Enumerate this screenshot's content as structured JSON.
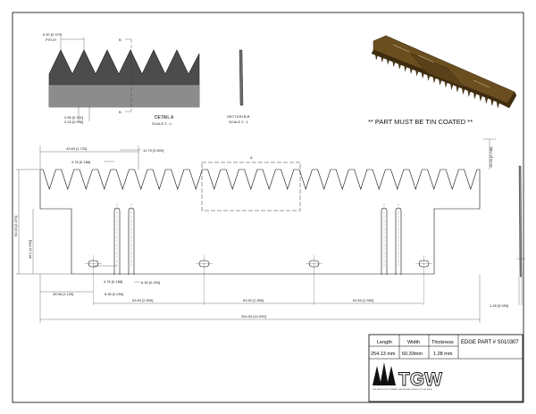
{
  "detail_a": {
    "pitch_dim": "6.40 [0.370]",
    "pitch_label": "PITCH",
    "section_marker_top": "B",
    "section_marker_bottom": "B",
    "dim_low_1": "2.55 [0.101]",
    "dim_low_2": "2.43 [0.096]",
    "title": "DETAIL  A",
    "scale": "SCALE 2 : 1"
  },
  "section_bb": {
    "title": "SECTION B-B",
    "scale": "SCALE 2 : 1"
  },
  "note": "** PART MUST BE TIN COATED **",
  "main_view": {
    "detail_ref": "A",
    "dim_43_69": "43.69 [1.720]",
    "dim_4_76_top": "4.76 [0.188]",
    "dim_12_70": "12.70 [0.500]",
    "dim_19_00": "19.00 [0.748]",
    "dim_60_33": "60.33 [2.375]",
    "dim_38_1": "38.1 [1.500]",
    "dim_4_76_hole": "4.76 [0.188]",
    "dim_6_35_a": "6.35 [0.250]",
    "dim_6_35_b": "6.35 [0.250]",
    "dim_28_58": "28.58 [1.125]",
    "dim_63_50_a": "63.50 [2.500]",
    "dim_63_50_b": "63.50 [2.500]",
    "dim_63_50_c": "63.50 [2.500]",
    "dim_254": "254.00 [10.000]",
    "dim_1_28": "1.28 [0.050]"
  },
  "title_block": {
    "headers": [
      "Length",
      "Width",
      "Thickness"
    ],
    "values": [
      "254.13 mm",
      "60.33mm",
      "1.28 mm"
    ],
    "part_number": "EDGE PART # S010307",
    "logo_text": "TGW",
    "logo_tagline": "THE PRODUCTS COMPANY WHOSE RESOURCE IS YOUR EDGE"
  },
  "colors": {
    "metal_dark": "#555555",
    "metal_light": "#8a8a8a",
    "part_bronze": "#6b4e1f"
  }
}
